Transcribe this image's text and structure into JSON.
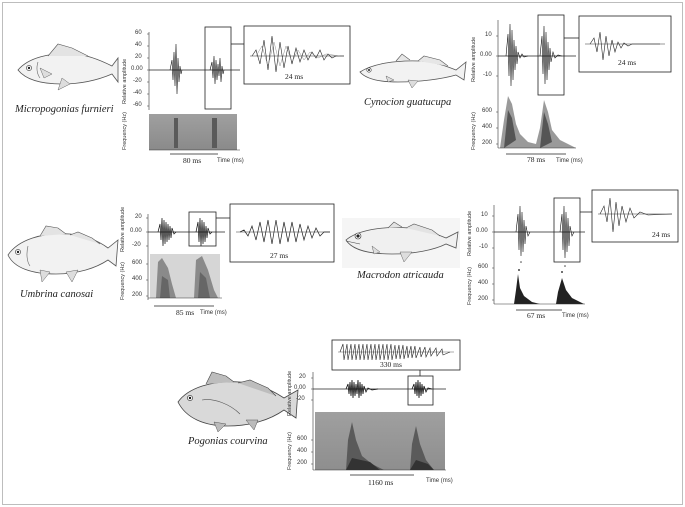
{
  "axis": {
    "amplitude": "Relative amplitude",
    "frequency": "Frequency (Hz)",
    "time": "Time (ms)"
  },
  "panels": [
    {
      "species": "Micropogonias furnieri",
      "amp_ticks": [
        "60",
        "40",
        "20",
        "0.00",
        "-20",
        "-40",
        "-60"
      ],
      "freq_ticks": [],
      "scale": "80 ms",
      "zoom": "24 ms"
    },
    {
      "species": "Cynocion guatucupa",
      "amp_ticks": [
        "10",
        "0.00",
        "-10"
      ],
      "freq_ticks": [
        "600",
        "400",
        "200"
      ],
      "scale": "78 ms",
      "zoom": "24 ms"
    },
    {
      "species": "Umbrina canosai",
      "amp_ticks": [
        "20",
        "0.00",
        "-20"
      ],
      "freq_ticks": [
        "600",
        "400",
        "200"
      ],
      "scale": "85 ms",
      "zoom": "27 ms"
    },
    {
      "species": "Macrodon atricauda",
      "amp_ticks": [
        "10",
        "0.00",
        "-10"
      ],
      "freq_ticks": [
        "600",
        "400",
        "200"
      ],
      "scale": "67 ms",
      "zoom": "24 ms"
    },
    {
      "species": "Pogonias courvina",
      "amp_ticks": [
        "20",
        "0.00",
        "-20"
      ],
      "freq_ticks": [
        "600",
        "400",
        "200"
      ],
      "scale": "1160 ms",
      "zoom": "330 ms"
    }
  ]
}
